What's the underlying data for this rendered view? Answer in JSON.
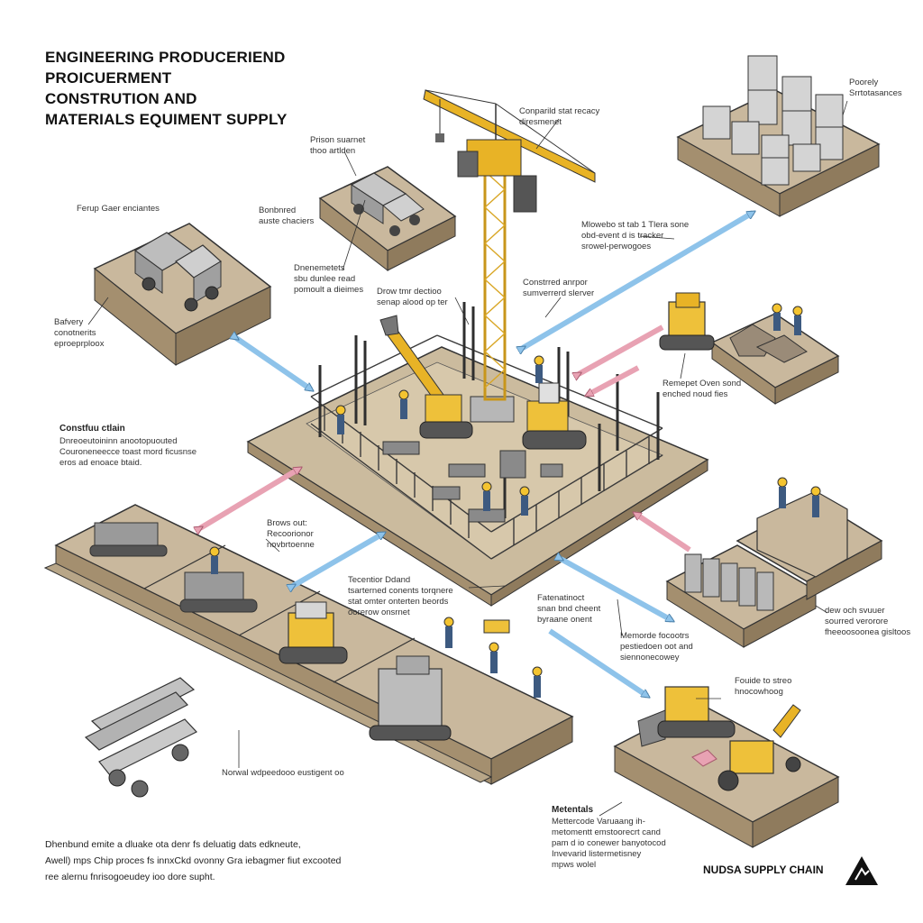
{
  "title": {
    "line1": "ENGINEERING PRODUCERIEND",
    "line2": "PROICUERMENT",
    "line3": "CONSTRUTION AND",
    "line4": "MATERIALS EQUIMENT SUPPLY"
  },
  "labels": {
    "crane_note": [
      "Conparild stat recacy",
      "diresmenet"
    ],
    "truck_small_note": [
      "Prison suarnet",
      "thoo artlden"
    ],
    "truck_small_sub": [
      "Bonbnred",
      "auste chaciers"
    ],
    "truck_large_note": [
      "Ferup Gaer enciantes"
    ],
    "deneinents_note": [
      "Dnenemetets",
      "sbu dunlee read",
      "pomoult a dieimes"
    ],
    "drow_note": [
      "Drow tmr dectioo",
      "senap alood op ter"
    ],
    "materials_stack_note": [
      "Poorely",
      "Srrtotasances"
    ],
    "conveyor_note": [
      "Mlowebo st tab 1 Tlera sone",
      "obd-event d is tracker",
      "srowel-perwogoes"
    ],
    "constrred_note": [
      "Constrred anrpor",
      "sumverrerd slerver"
    ],
    "bottom_left_platform_note": [
      "Bafvery",
      "conotnerits",
      "eproeprploox"
    ],
    "construction_chain_heading": "Constfuu ctlain",
    "construction_chain_text": [
      "Dnreoeutoininn anootopuouted",
      "Couroneneecce toast mord ficusnse",
      "eros ad enoace btaid."
    ],
    "remepet_note": [
      "Remepet Oven sond",
      "enched noud fies"
    ],
    "brows_note": [
      "Brows out:",
      "Recoorionor",
      "novbrtoenne"
    ],
    "tecentior_note": [
      "Tecentior Ddand",
      "tsarterned conents torqnere",
      "stat omter onterten beords",
      "oorerow onsrnet"
    ],
    "fatenat_note": [
      "Fatenatinoct",
      "snan bnd cheent",
      "byraane onent"
    ],
    "right_mid_note": [
      "dew och svuuer",
      "sourred verorore",
      "fheeoosoonea gisltoos"
    ],
    "memorde_note": [
      "Memorde focootrs",
      "pestiedoen oot and",
      "siennonecowey"
    ],
    "foude_note": [
      "Fouide to streo",
      "hnocowhoog"
    ],
    "bottom_platform_note": "Norwal wdpeedooo eustigent oo",
    "metentais_heading": "Metentals",
    "metentais_text": [
      "Mettercode Varuaang ih-",
      "metomentt emstoorecrt cand",
      "pam d io conewer banyotocod",
      "Invevarid listermetisney",
      "mpws wolel"
    ]
  },
  "footer": {
    "line1": "Dhenbund emite a dluake ota denr fs deluatig dats edkneute,",
    "line2": "Awell) mps Chip proces fs innxCkd ovonny Gra iebagmer fiut excooted",
    "line3": "ree alernu fnrisogoeudey ioo dore supht."
  },
  "brand": {
    "name": "NUDSA SUPPLY CHAIN"
  },
  "colors": {
    "arrow_blue": "#8ec3ea",
    "arrow_pink": "#e8a2b3",
    "platform_top": "#c9b89d",
    "platform_side": "#a89678",
    "crane": "#e8b326",
    "machine_yellow": "#eec13a",
    "rebar": "#3a3a3a",
    "outline": "#333333"
  },
  "icons": [
    "crane-icon",
    "truck-icon",
    "excavator-icon",
    "bulldozer-icon",
    "worker-icon",
    "material-block-icon",
    "pipe-icon",
    "logo-icon"
  ]
}
